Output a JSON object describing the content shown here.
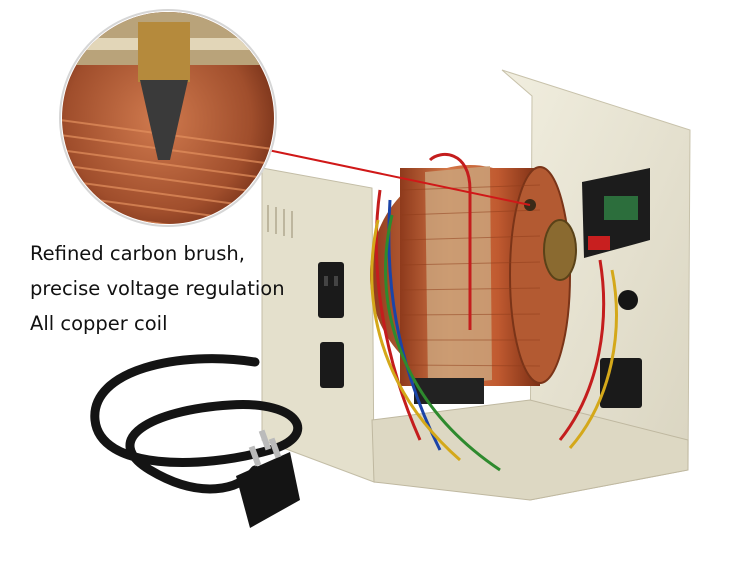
{
  "caption": {
    "lines": [
      "Refined carbon brush,",
      "precise voltage regulation",
      "All copper coil"
    ]
  },
  "colors": {
    "housing": "#e9e5d3",
    "copper": "#c8663a",
    "pointer_line": "#d01818",
    "cord": "#141414"
  },
  "icons": {
    "callout": "magnified-carbon-brush-icon",
    "plug": "power-plug-icon",
    "socket": "power-socket-icon"
  }
}
